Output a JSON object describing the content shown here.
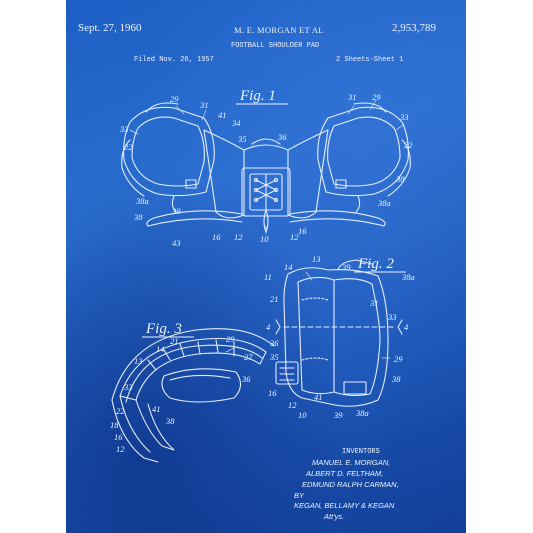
{
  "header": {
    "date": "Sept. 27, 1960",
    "inventor": "M. E. MORGAN ET AL",
    "patent_number": "2,953,789",
    "title": "FOOTBALL SHOULDER PAD",
    "filed": "Filed Nov. 26, 1957",
    "sheets": "2 Sheets-Sheet 1"
  },
  "figures": {
    "fig1": "Fig. 1",
    "fig2": "Fig. 2",
    "fig3": "Fig. 3"
  },
  "labels": {
    "fig1": [
      "29",
      "31",
      "33",
      "22",
      "41",
      "34",
      "35",
      "36",
      "31",
      "29",
      "33",
      "22",
      "38",
      "38a",
      "39",
      "38",
      "43",
      "16",
      "12",
      "10",
      "12",
      "16",
      "38a"
    ],
    "fig2": [
      "13",
      "14",
      "11",
      "39",
      "38a",
      "31",
      "33",
      "4",
      "4",
      "29",
      "38",
      "16",
      "41",
      "12",
      "10",
      "39",
      "38a",
      "21",
      "36",
      "35"
    ],
    "fig3": [
      "21",
      "29",
      "14",
      "27",
      "13",
      "33",
      "36",
      "22",
      "18",
      "16",
      "12",
      "41",
      "38"
    ]
  },
  "inventors": {
    "heading": "INVENTORS",
    "line1": "MANUEL E. MORGAN,",
    "line2": "ALBERT D. FELTHAM,",
    "line3": "EDMUND RALPH CARMAN,",
    "by": "BY",
    "attorneys": "KEGAN, BELLAMY & KEGAN",
    "attys": "Att'ys."
  },
  "colors": {
    "paper": "#ffffff",
    "blueprint": "#1f62c6",
    "ink": "#eef4ff"
  }
}
